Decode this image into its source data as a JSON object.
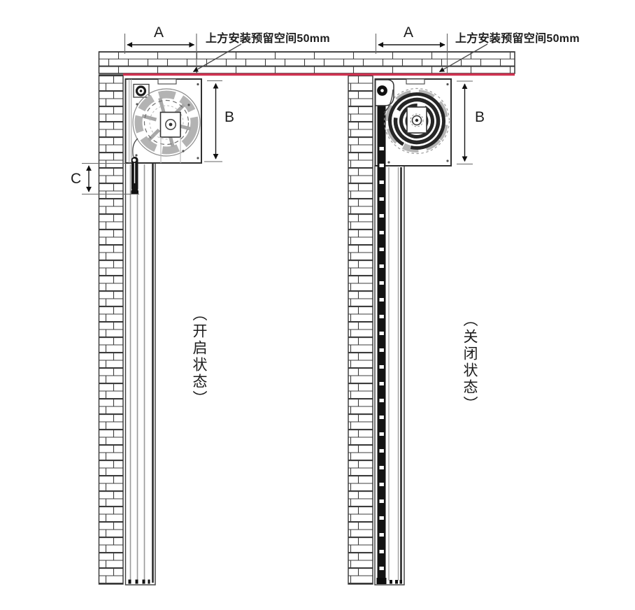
{
  "diagram": {
    "colors": {
      "line": "#3a3a3a",
      "reserved_space_line": "#cf3150"
    },
    "left_view": {
      "note": "上方安装预留空间50mm",
      "dim_a": "A",
      "dim_b": "B",
      "dim_c": "C",
      "state_label": "（开启状态）"
    },
    "right_view": {
      "note": "上方安装预留空间50mm",
      "dim_a": "A",
      "dim_b": "B",
      "state_label": "（关闭状态）"
    }
  }
}
